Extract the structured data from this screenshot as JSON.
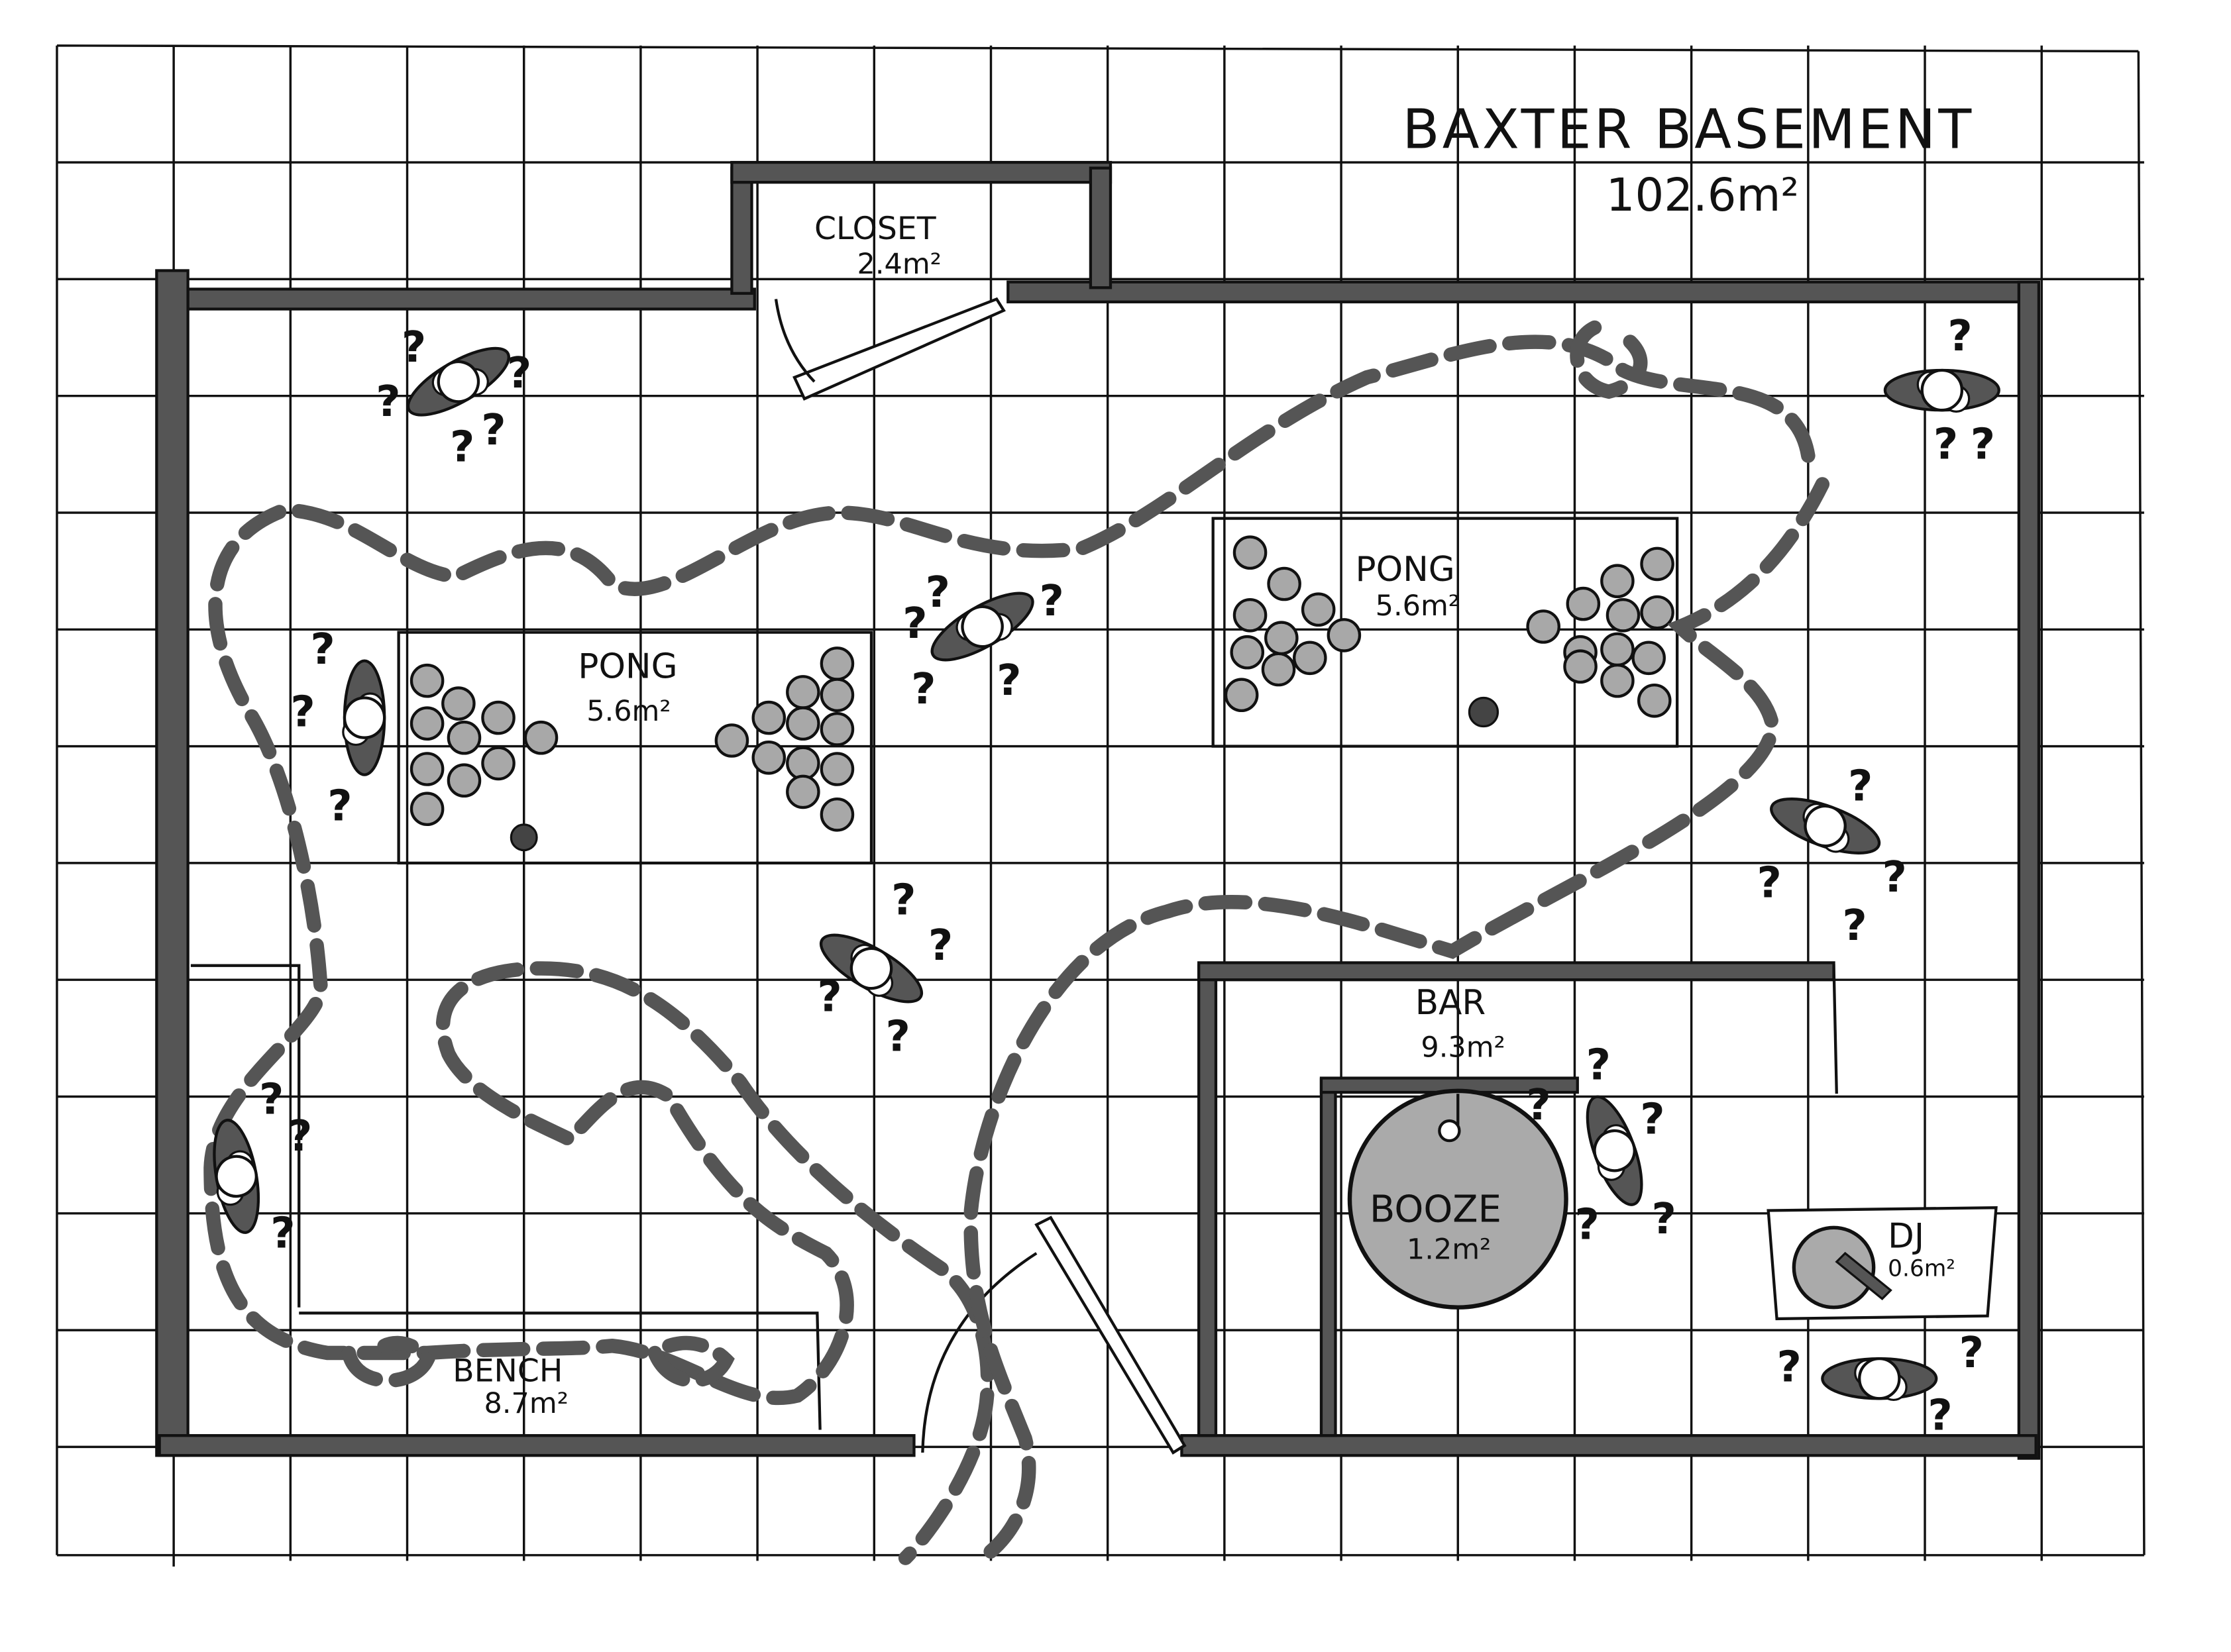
{
  "title": "BAXTER BASEMENT",
  "total_area": "102.6m²",
  "rooms": {
    "closet": {
      "name": "CLOSET",
      "area": "2.4m²"
    },
    "pong_left": {
      "name": "PONG",
      "area": "5.6m²"
    },
    "pong_right": {
      "name": "PONG",
      "area": "5.6m²"
    },
    "bar": {
      "name": "BAR",
      "area": "9.3m²"
    },
    "booze": {
      "name": "BOOZE",
      "area": "1.2m²"
    },
    "dj": {
      "name": "DJ",
      "area": "0.6m²"
    },
    "bench": {
      "name": "BENCH",
      "area": "8.7m²"
    }
  },
  "guest_mark": "?",
  "colors": {
    "ink": "#111111",
    "wall": "#555555",
    "fill_gray": "#b0b0b0",
    "cup_gray": "#a8a8a8"
  }
}
